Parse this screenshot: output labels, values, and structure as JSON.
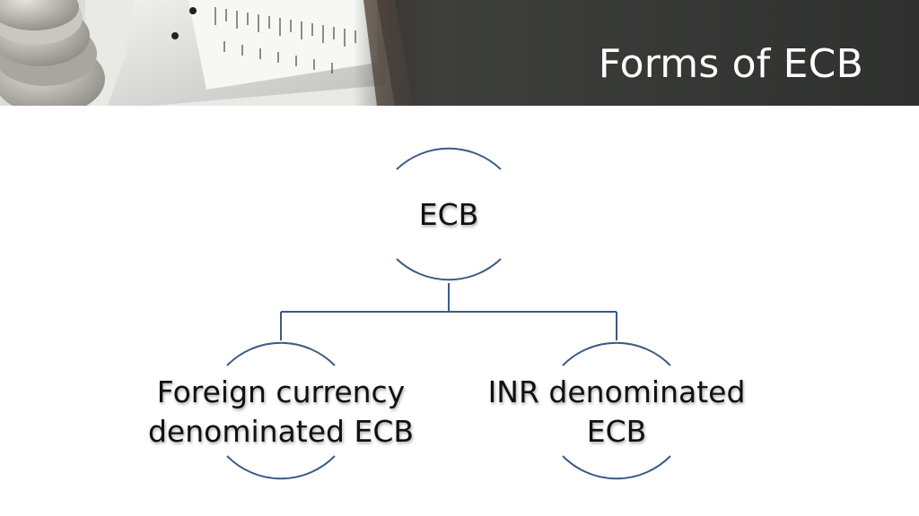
{
  "slide": {
    "title": "Forms of ECB"
  },
  "diagram": {
    "root": {
      "label": "ECB"
    },
    "children": [
      {
        "label_line1": "Foreign currency",
        "label_line2": "denominated ECB"
      },
      {
        "label_line1": "INR denominated",
        "label_line2": "ECB"
      }
    ]
  },
  "colors": {
    "connector": "#3b5b84",
    "text": "#111111",
    "banner": "#3c3d3b"
  }
}
